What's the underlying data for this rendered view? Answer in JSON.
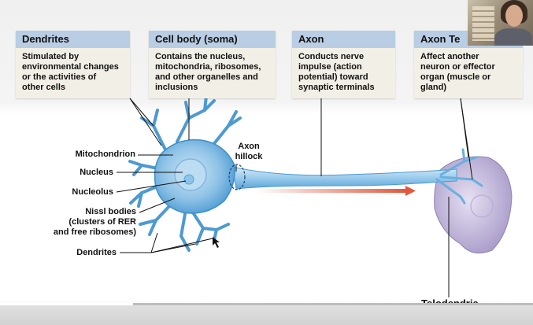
{
  "cards": [
    {
      "title": "Dendrites",
      "body": [
        "Stimulated by",
        "environmental changes",
        "or the activities of",
        "other cells"
      ]
    },
    {
      "title": "Cell body (soma)",
      "body": [
        "Contains the nucleus,",
        "mitochondria, ribosomes,",
        "and other organelles and",
        "inclusions"
      ]
    },
    {
      "title": "Axon",
      "body": [
        "Conducts nerve",
        "impulse (action",
        "potential) toward",
        "synaptic terminals"
      ]
    },
    {
      "title": "Axon Te",
      "body": [
        "Affect another",
        "neuron or effector",
        "organ (muscle or",
        "gland)"
      ]
    }
  ],
  "labels": {
    "mitochondrion": "Mitochondrion",
    "nucleus": "Nucleus",
    "nucleolus": "Nucleolus",
    "nissl": [
      "Nissl bodies",
      "(clusters of RER",
      "and free ribosomes)"
    ],
    "dendrites": "Dendrites",
    "axon_hillock": [
      "Axon",
      "hillock"
    ],
    "telodendria": "Telodendria"
  },
  "colors": {
    "header_bg": "#b9cde4",
    "card_bg": "#f2efe6",
    "neuron_fill": "#8ec2e6",
    "neuron_edge": "#3f8fc9",
    "effector_fill": "#c8c0de",
    "impulse_arrow": "#e2583e"
  },
  "video": {
    "progress": 0.25
  },
  "icons": {
    "webcam": "webcam-feed",
    "cursor": "mouse-pointer-icon"
  }
}
